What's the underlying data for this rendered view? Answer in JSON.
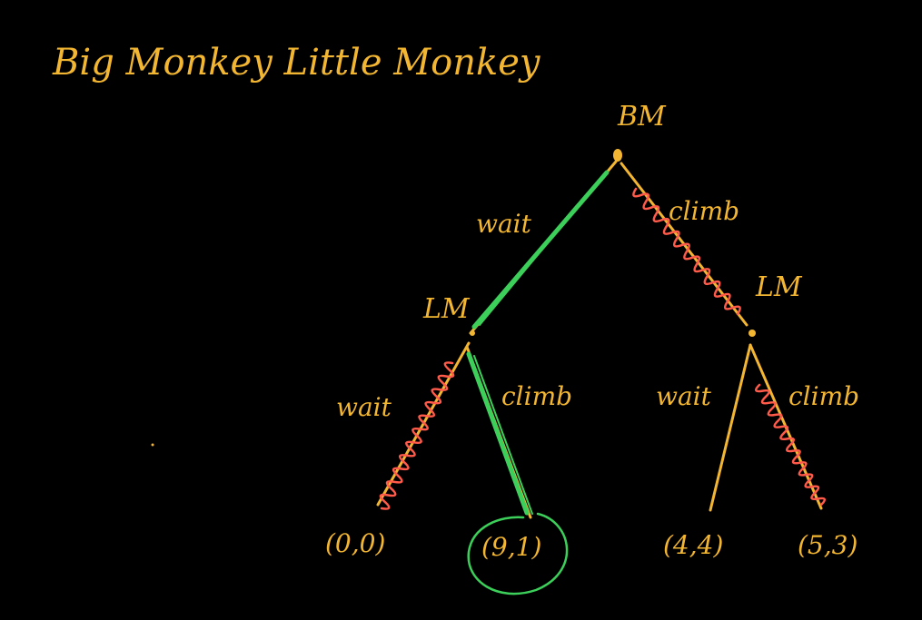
{
  "title": "Big Monkey Little Monkey",
  "colors": {
    "background": "#000000",
    "ink": "#f2b632",
    "chosen": "#3ccf5a",
    "eliminated": "#ff5a4a"
  },
  "tree": {
    "root": {
      "player": "BM"
    },
    "left_node": {
      "player": "LM"
    },
    "right_node": {
      "player": "LM"
    },
    "edges": {
      "bm_wait": {
        "label": "wait",
        "status": "chosen"
      },
      "bm_climb": {
        "label": "climb",
        "status": "eliminated"
      },
      "left_wait": {
        "label": "wait",
        "status": "eliminated"
      },
      "left_climb": {
        "label": "climb",
        "status": "chosen"
      },
      "right_wait": {
        "label": "wait",
        "status": "plain"
      },
      "right_climb": {
        "label": "climb",
        "status": "eliminated"
      }
    },
    "payoffs": {
      "left_wait": "(0,0)",
      "left_climb": "(9,1)",
      "right_wait": "(4,4)",
      "right_climb": "(5,3)"
    },
    "equilibrium_outcome": "(9,1)"
  }
}
